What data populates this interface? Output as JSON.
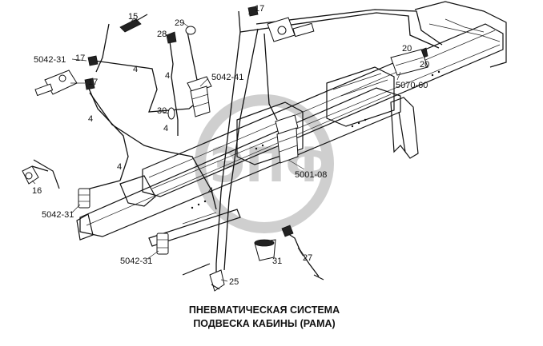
{
  "title": {
    "line1": "ПНЕВМАТИЧЕСКАЯ СИСТЕМА",
    "line2": "ПОДВЕСКА КАБИНЫ (РАМА)"
  },
  "labels": {
    "p15": "15",
    "p17a": "17",
    "p17b": "17",
    "p17c": "17",
    "p5042_31a": "5042-31",
    "p5042_31b": "5042-31",
    "p5042_31c": "5042-31",
    "p4a": "4",
    "p4b": "4",
    "p4c": "4",
    "p4d": "4",
    "p4e": "4",
    "p4f": "4",
    "p29": "29",
    "p28": "28",
    "p5042_41": "5042-41",
    "p30": "30",
    "p20a": "20",
    "p20b": "20",
    "p5070_60": "5070-60",
    "p5001_08": "5001-08",
    "p16": "16",
    "p25": "25",
    "p31": "31",
    "p27": "27"
  },
  "watermark": {
    "text": "ЭПФ"
  }
}
